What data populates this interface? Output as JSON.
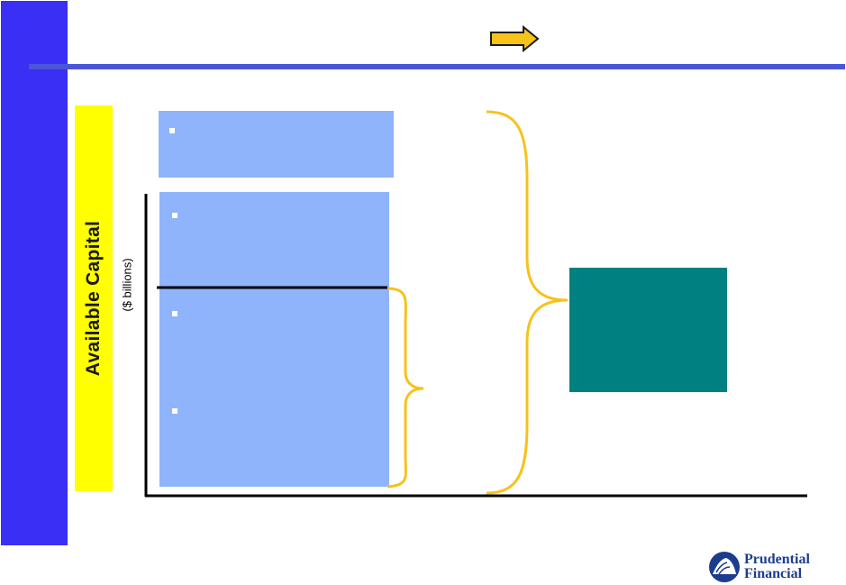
{
  "colors": {
    "sidebar": "#3a2ff5",
    "rule": "#4a56d8",
    "arrow_fill": "#f7c21a",
    "arrow_stroke": "#1a1a1a",
    "label_strip": "#ffff00",
    "box_fill": "#8fb4fb",
    "teal_box": "#008080",
    "brace": "#f7c21a",
    "axis": "#000000",
    "logo": "#1c3d8c"
  },
  "icons": {
    "arrow": "right-arrow-icon",
    "bullet": "square-bullet-icon",
    "logo": "rock-logo-icon"
  },
  "y_label": "Available Capital",
  "y_units": "($ billions)",
  "logo_text": {
    "line1": "Prudential",
    "line2": "Financial"
  }
}
